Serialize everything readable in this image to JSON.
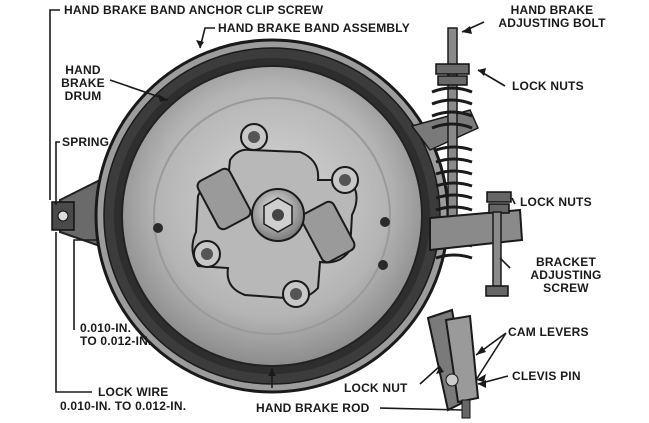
{
  "labels": {
    "anchor_clip_screw": "HAND BRAKE BAND ANCHOR CLIP SCREW",
    "band_assembly": "HAND BRAKE BAND ASSEMBLY",
    "drum": [
      "HAND",
      "BRAKE",
      "DRUM"
    ],
    "spring": "SPRING",
    "clearance_left": [
      "0.010-IN.",
      "TO 0.012-IN."
    ],
    "lock_wire": "LOCK WIRE",
    "clearance_bottom": "0.010-IN. TO 0.012-IN.",
    "adjusting_bolt": [
      "HAND BRAKE",
      "ADJUSTING BOLT"
    ],
    "lock_nuts_top": "LOCK NUTS",
    "lock_nuts_mid": "LOCK NUTS",
    "bracket_adjusting_screw": [
      "BRACKET",
      "ADJUSTING",
      "SCREW"
    ],
    "cam_levers": "CAM LEVERS",
    "clevis_pin": "CLEVIS PIN",
    "lock_nut": "LOCK NUT",
    "brake_rod": "HAND BRAKE ROD"
  },
  "colors": {
    "ink": "#1a1a1a",
    "drum_face": "#bdbdbd",
    "drum_dark": "#3a3a3a",
    "band": "#8a8a8a",
    "background": "#ffffff"
  }
}
